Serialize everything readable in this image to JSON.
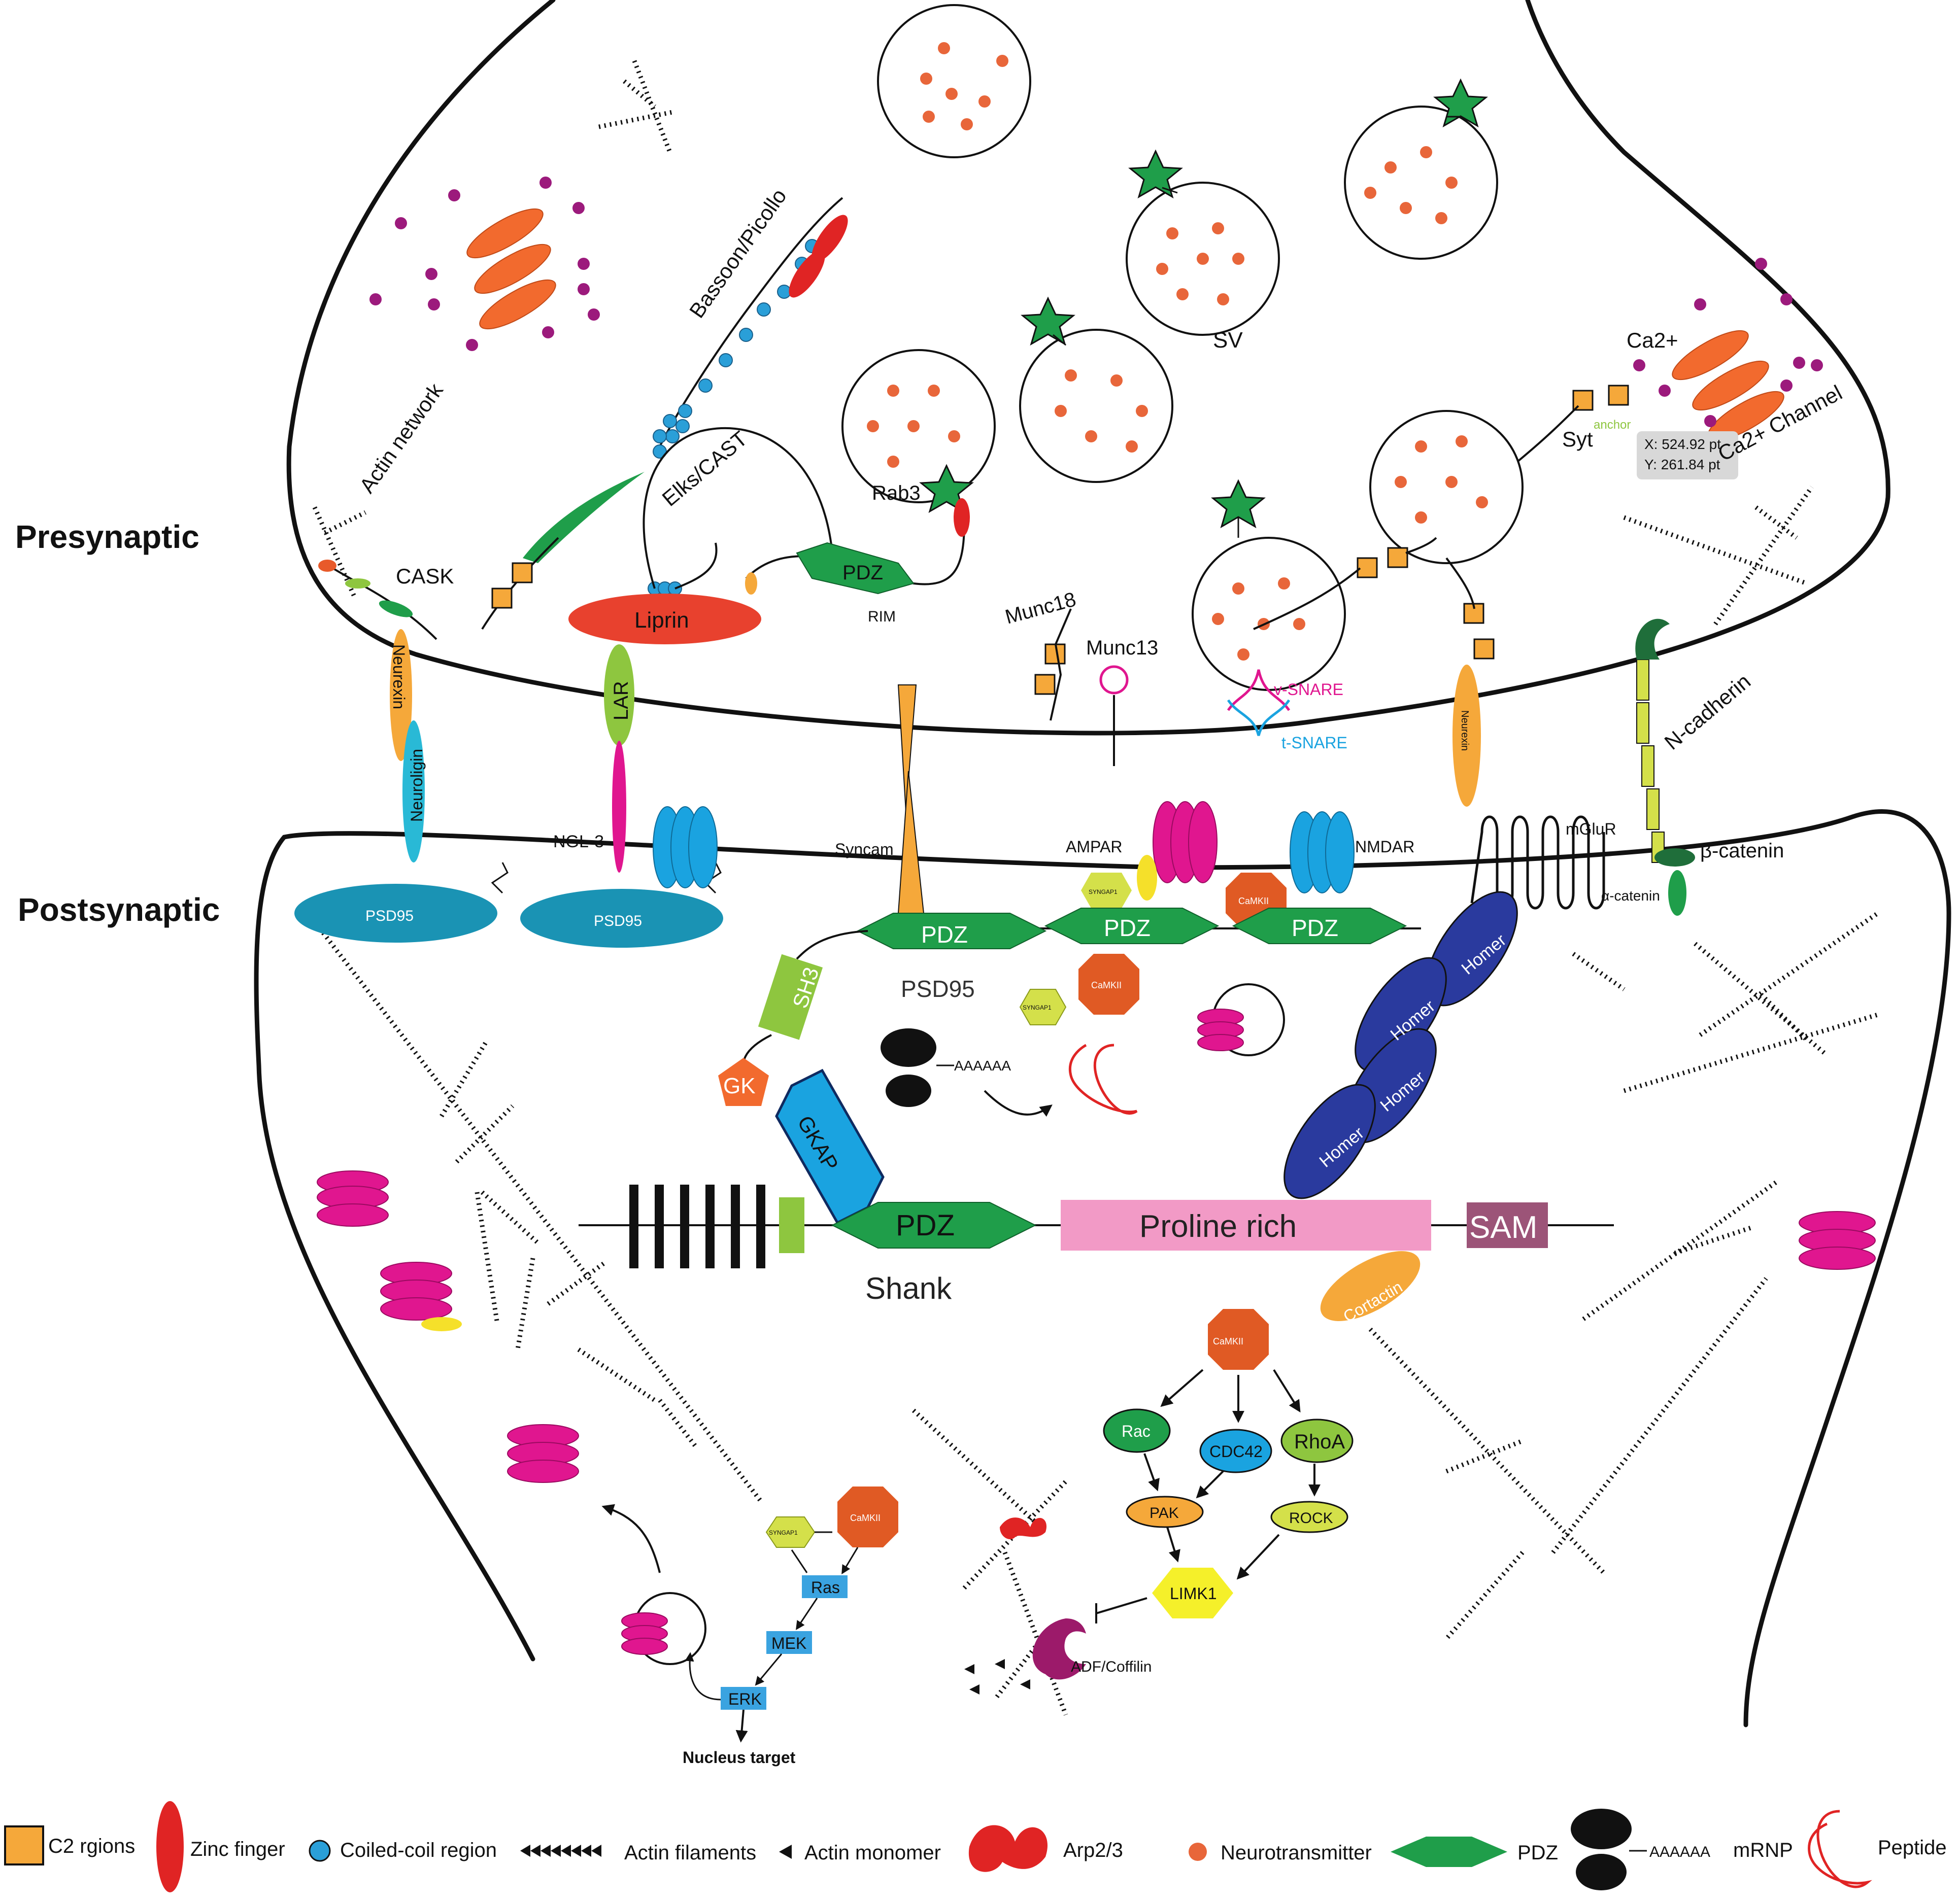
{
  "regions": {
    "presynaptic": "Presynaptic",
    "postsynaptic": "Postsynaptic"
  },
  "pre": {
    "actin_network": "Actin network",
    "bassoon": "Bassoon/Picollo",
    "elks": "Elks/CAST",
    "rab3": "Rab3",
    "cask": "CASK",
    "liprin": "Liprin",
    "pdz": "PDZ",
    "rim": "RIM",
    "munc18": "Munc18",
    "munc13": "Munc13",
    "sv": "SV",
    "ca2": "Ca2+",
    "ca2_channel": "Ca2+ Channel",
    "syt": "Syt",
    "anchor": "anchor",
    "vsnare": "v-SNARE",
    "tsnare": "t-SNARE",
    "coord_x": "X: 524.92 pt",
    "coord_y": "Y: 261.84 pt"
  },
  "cleft": {
    "neurexin": "Neurexin",
    "neuroligin": "Neuroligin",
    "lar": "LAR",
    "ngl3": "NGL-3",
    "syncam": "Syncam",
    "neurexin2": "Neurexin",
    "ncadherin": "N-cadherin"
  },
  "post": {
    "psd95_a": "PSD95",
    "psd95_b": "PSD95",
    "ampar": "AMPAR",
    "nmdar": "NMDAR",
    "mglur": "mGluR",
    "bcatenin": "β-catenin",
    "acatenin": "α-catenin",
    "syngap": "SYNGAP1",
    "camkii": "CaMKII",
    "pdz1": "PDZ",
    "pdz2": "PDZ",
    "pdz3": "PDZ",
    "psd95_label": "PSD95",
    "sh3": "SH3",
    "gk": "GK",
    "gkap": "GKAP",
    "homer": "Homer",
    "aaaaaa": "AAAAAA",
    "shank_pdz": "PDZ",
    "proline": "Proline rich",
    "sam": "SAM",
    "shank": "Shank",
    "cortactin": "Cortactin",
    "rac": "Rac",
    "cdc42": "CDC42",
    "rhoa": "RhoA",
    "pak": "PAK",
    "rock": "ROCK",
    "limk1": "LIMK1",
    "adf": "ADF/Coffilin",
    "ras": "Ras",
    "mek": "MEK",
    "erk": "ERK",
    "nucleus": "Nucleus target"
  },
  "legend": {
    "c2": "C2 rgions",
    "zinc": "Zinc finger",
    "coiled": "Coiled-coil region",
    "actin_filaments": "Actin filaments",
    "actin_monomer": "Actin monomer",
    "arp": "Arp2/3",
    "neurotransmitter": "Neurotransmitter",
    "pdz": "PDZ",
    "mrnp": "mRNP",
    "mrnp_tail": "AAAAAA",
    "peptide": "Peptide"
  },
  "colors": {
    "pdz": "#1f9e4a",
    "c2": "#f5a83a",
    "zinc": "#e02424",
    "coiled": "#2a9fd8",
    "neurotransmitter": "#e8663a",
    "psd95": "#1a93b4",
    "liprin": "#e8412e",
    "homer": "#2a3a9e",
    "ampar": "#e0168f",
    "nmdar": "#1aa3e0",
    "camkii": "#e05a24",
    "proline": "#f29ac6",
    "sam": "#9c5478"
  }
}
